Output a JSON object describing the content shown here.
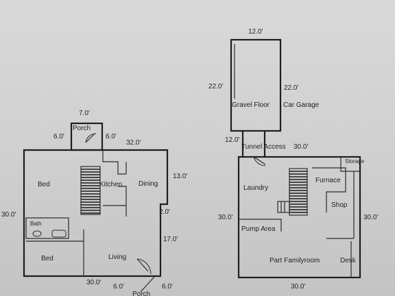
{
  "house": {
    "rooms": {
      "bed_upper": "Bed",
      "kitchen": "Kitchen",
      "dining": "Dining",
      "bath": "Bath",
      "bed_lower": "Bed",
      "living": "Living",
      "porch_top": "Porch",
      "porch_bottom": "Porch"
    },
    "dims": {
      "porch_width": "7.0'",
      "porch_left": "6.0'",
      "porch_right": "6.0'",
      "top_width": "32.0'",
      "right_upper": "13.0'",
      "right_jog": "2.0'",
      "right_lower": "17.0'",
      "left_height": "30.0'",
      "bottom_width": "30.0'",
      "bottom_porch_left": "6.0'",
      "bottom_porch_right": "6.0'"
    }
  },
  "garage": {
    "label_left": "Gravel Floor",
    "label_right": "Car Garage",
    "dims": {
      "width": "12.0'",
      "left_depth": "22.0'",
      "right_depth": "22.0'"
    }
  },
  "tunnel": {
    "width": "12.0'",
    "label": "Tunnel Access",
    "dim": "30.0'"
  },
  "basement": {
    "rooms": {
      "storage": "Storage",
      "laundry": "Laundry",
      "furnace": "Furnace",
      "shop": "Shop",
      "pump": "Pump Area",
      "family": "Part Familyroom",
      "desk": "Desk"
    },
    "dims": {
      "left_height": "30.0'",
      "right_height": "30.0'",
      "bottom_width": "30.0'"
    }
  }
}
